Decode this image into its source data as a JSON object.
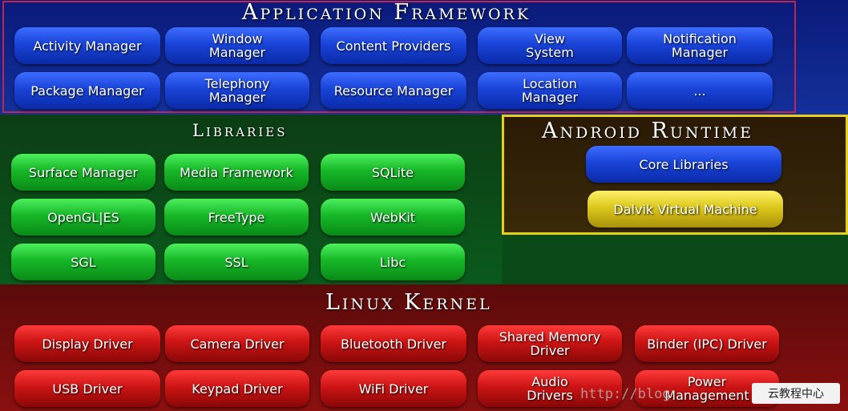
{
  "application_framework": {
    "title": "Application Framework",
    "boxes": [
      "Activity Manager",
      "Window\nManager",
      "Content Providers",
      "View\nSystem",
      "Notification\nManager",
      "Package Manager",
      "Telephony\nManager",
      "Resource Manager",
      "Location\nManager",
      "..."
    ]
  },
  "libraries": {
    "title": "Libraries",
    "boxes": [
      "Surface Manager",
      "Media Framework",
      "SQLite",
      "OpenGL|ES",
      "FreeType",
      "WebKit",
      "SGL",
      "SSL",
      "Libc"
    ]
  },
  "android_runtime": {
    "title": "Android Runtime",
    "boxes": [
      "Core Libraries",
      "Dalvik Virtual Machine"
    ]
  },
  "linux_kernel": {
    "title": "Linux Kernel",
    "boxes": [
      "Display Driver",
      "Camera Driver",
      "Bluetooth Driver",
      "Shared Memory\nDriver",
      "Binder (IPC) Driver",
      "USB Driver",
      "Keypad Driver",
      "WiFi Driver",
      "Audio\nDrivers",
      "Power\nManagement"
    ]
  },
  "watermark": {
    "url_text": "http://blog",
    "brand_text": "云教程中心"
  },
  "colors": {
    "framework": "#14309a",
    "libraries": "#0a5a1c",
    "runtime": "#e6cf1a",
    "kernel": "#8a1010"
  }
}
